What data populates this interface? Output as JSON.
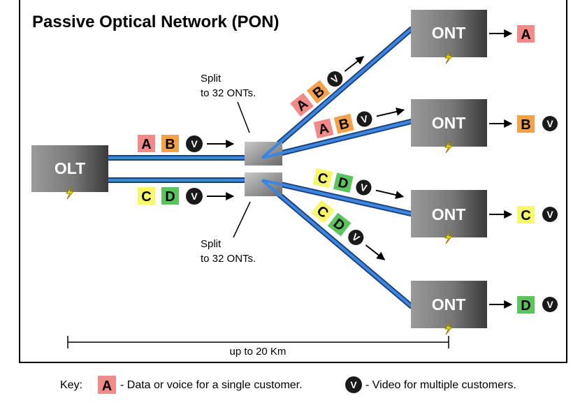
{
  "title": "Passive Optical Network (PON)",
  "olt_label": "OLT",
  "ont_label": "ONT",
  "split_note_line1": "Split",
  "split_note_line2": "to 32 ONTs.",
  "distance_label": "up to 20 Km",
  "glyphs": {
    "A": "A",
    "B": "B",
    "C": "C",
    "D": "D",
    "V": "V"
  },
  "key": {
    "label": "Key:",
    "data_desc": "- Data or voice for a single customer.",
    "video_desc": "- Video for multiple customers."
  },
  "colors": {
    "A": "#f28a8a",
    "B": "#f5a04a",
    "C": "#f7f76a",
    "D": "#5cc45c",
    "V": "#1a1a1a",
    "fiber": "#2f6fc4",
    "lightning": "#f2e600"
  },
  "icons": [
    "lightning-icon",
    "arrow-icon"
  ]
}
